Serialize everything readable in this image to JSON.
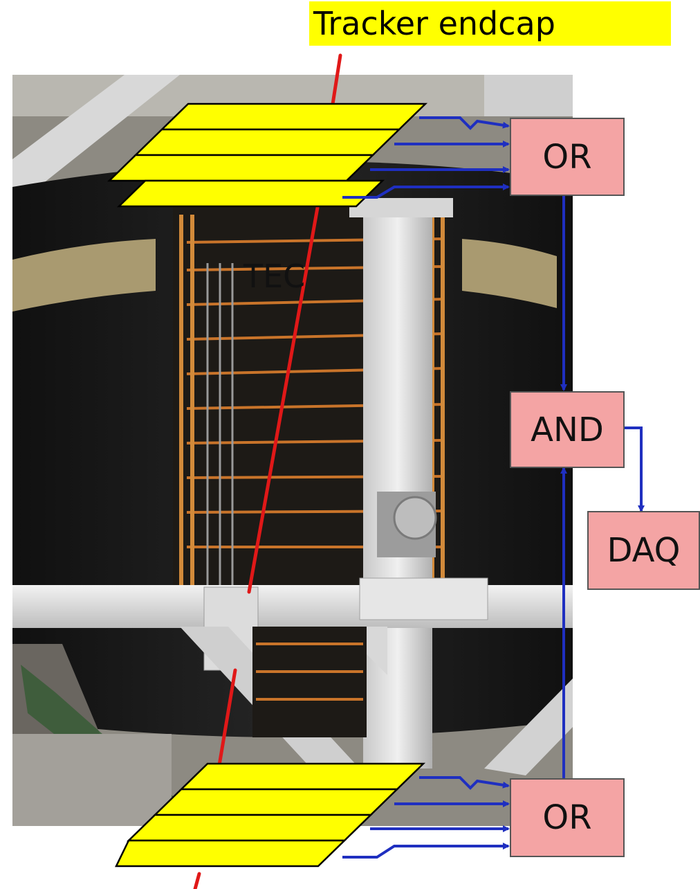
{
  "title": "Tracker endcap",
  "photo_label": "TEC",
  "logic": {
    "or_top": "OR",
    "and": "AND",
    "daq": "DAQ",
    "or_bottom": "OR"
  },
  "colors": {
    "scintillator": "#ffff00",
    "logic_box": "#f4a4a4",
    "signal_line": "#1f2fc0",
    "track": "#e01818",
    "label_bg": "#ffff00"
  }
}
